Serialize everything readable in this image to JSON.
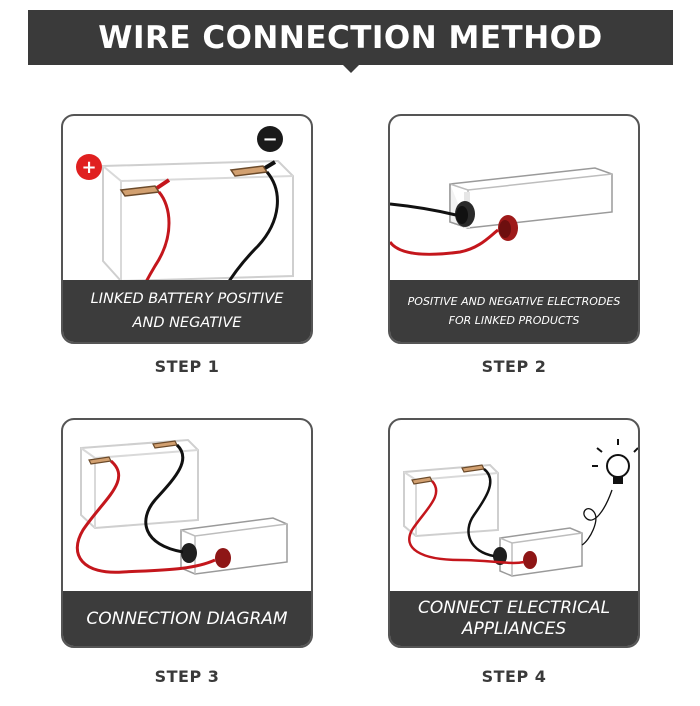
{
  "header": {
    "title": "WIRE CONNECTION METHOD"
  },
  "steps": [
    {
      "caption_lines": [
        "LINKED BATTERY POSITIVE",
        "AND NEGATIVE"
      ],
      "label": "STEP 1"
    },
    {
      "caption_lines": [
        "POSITIVE AND NEGATIVE ELECTRODES",
        "FOR LINKED PRODUCTS"
      ],
      "label": "STEP 2"
    },
    {
      "caption_lines": [
        "CONNECTION DIAGRAM"
      ],
      "label": "STEP 3"
    },
    {
      "caption_lines": [
        "CONNECT ELECTRICAL",
        "APPLIANCES"
      ],
      "label": "STEP 4"
    }
  ],
  "symbols": {
    "positive": "+",
    "negative": "−"
  },
  "colors": {
    "banner": "#3a3a3a",
    "caption_bg": "#3c3c3c",
    "red_wire": "#c4161c",
    "black_wire": "#111111"
  }
}
